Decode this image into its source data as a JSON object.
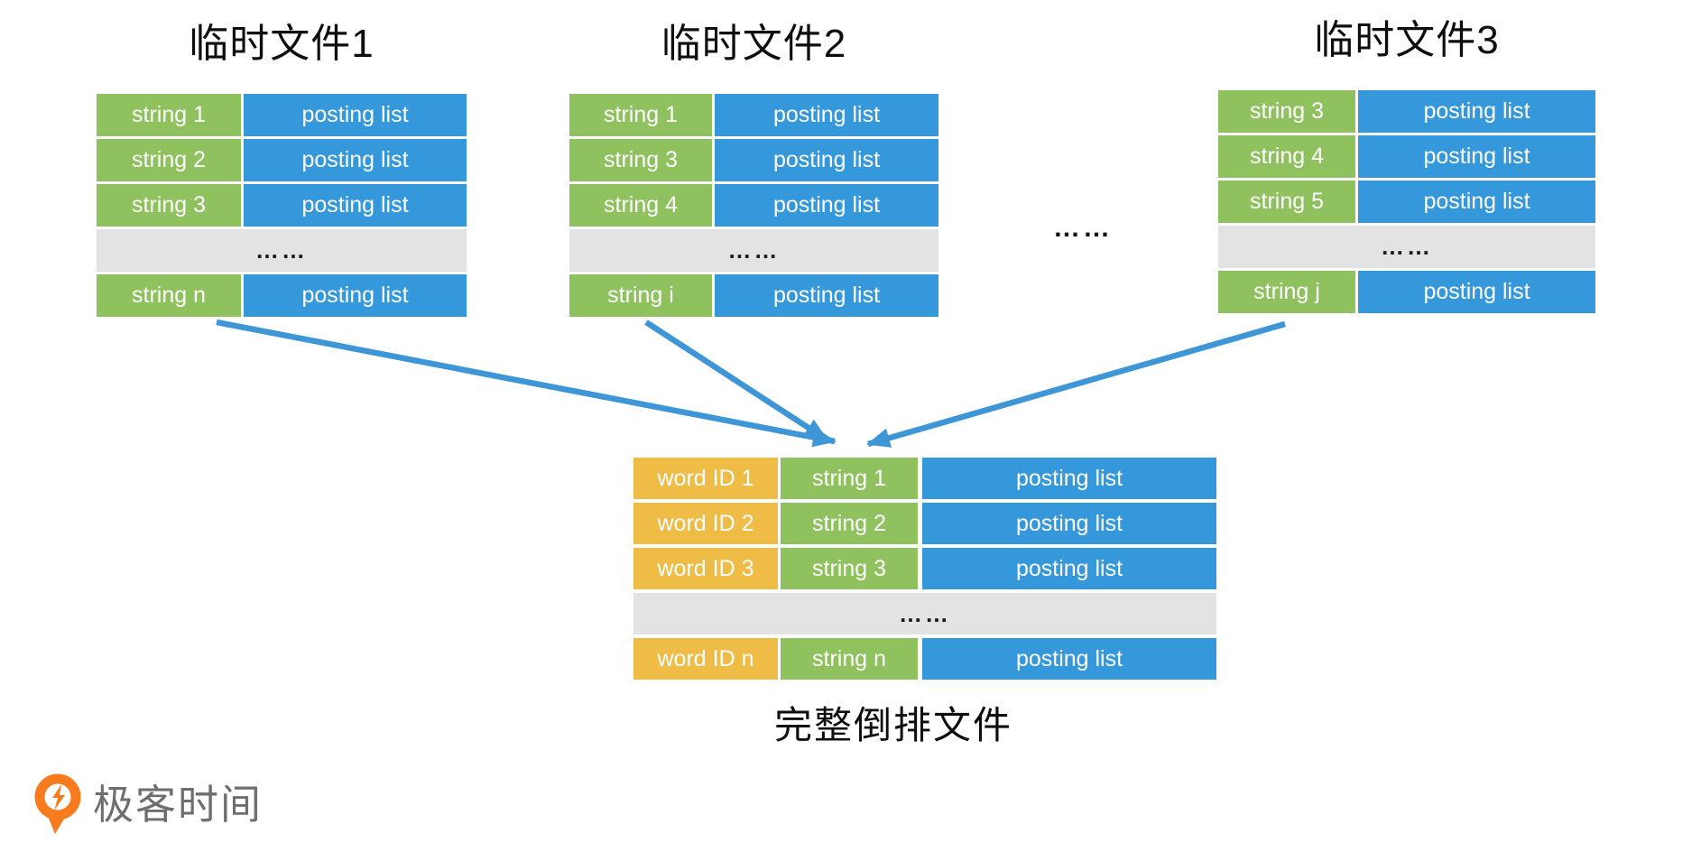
{
  "colors": {
    "green": "#8FC15E",
    "blue": "#3598DB",
    "yellow": "#EFBC45",
    "gray": "#E3E3E3",
    "arrow": "#3E96D6",
    "logo-orange": "#F87C1D",
    "logo-gray": "#6E6E6E"
  },
  "temp_files": [
    {
      "title": "临时文件1",
      "rows": [
        {
          "key": "string 1",
          "val": "posting list"
        },
        {
          "key": "string 2",
          "val": "posting list"
        },
        {
          "key": "string 3",
          "val": "posting list"
        },
        {
          "ellipsis": "……"
        },
        {
          "key": "string n",
          "val": "posting list"
        }
      ]
    },
    {
      "title": "临时文件2",
      "rows": [
        {
          "key": "string 1",
          "val": "posting list"
        },
        {
          "key": "string 3",
          "val": "posting list"
        },
        {
          "key": "string 4",
          "val": "posting list"
        },
        {
          "ellipsis": "……"
        },
        {
          "key": "string i",
          "val": "posting list"
        }
      ]
    },
    {
      "title": "临时文件3",
      "rows": [
        {
          "key": "string 3",
          "val": "posting list"
        },
        {
          "key": "string 4",
          "val": "posting list"
        },
        {
          "key": "string 5",
          "val": "posting list"
        },
        {
          "ellipsis": "……"
        },
        {
          "key": "string j",
          "val": "posting list"
        }
      ]
    }
  ],
  "between_files_ellipsis": "……",
  "merged_file": {
    "caption": "完整倒排文件",
    "rows": [
      {
        "word_id": "word ID 1",
        "key": "string 1",
        "val": "posting list"
      },
      {
        "word_id": "word ID 2",
        "key": "string 2",
        "val": "posting list"
      },
      {
        "word_id": "word ID 3",
        "key": "string 3",
        "val": "posting list"
      },
      {
        "ellipsis": "……"
      },
      {
        "word_id": "word ID n",
        "key": "string n",
        "val": "posting list"
      }
    ]
  },
  "branding": {
    "logo_text": "极客时间"
  }
}
